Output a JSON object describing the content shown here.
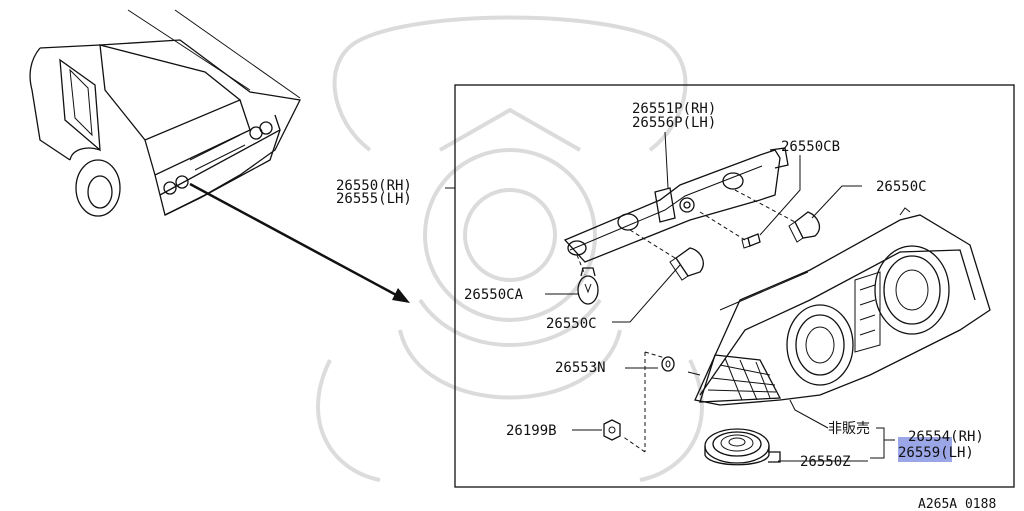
{
  "labels": {
    "p26550_rh": "26550(RH)",
    "p26555_lh": "26555(LH)",
    "p26551p_rh": "26551P(RH)",
    "p26556p_lh": "26556P(LH)",
    "p26550cb": "26550CB",
    "p26550c_top": "26550C",
    "p26550ca": "26550CA",
    "p26550c_mid": "26550C",
    "p26553n": "26553N",
    "p26199b": "26199B",
    "not_for_sale": "非販売",
    "p26554_rh": "26554(RH)",
    "p26559_lh": "26559(LH)",
    "p26550z": "26550Z",
    "figure_code": "A265A 0188"
  },
  "colors": {
    "line": "#111111",
    "watermark": "#d8d8d8",
    "highlight": "#9aa6e6"
  }
}
